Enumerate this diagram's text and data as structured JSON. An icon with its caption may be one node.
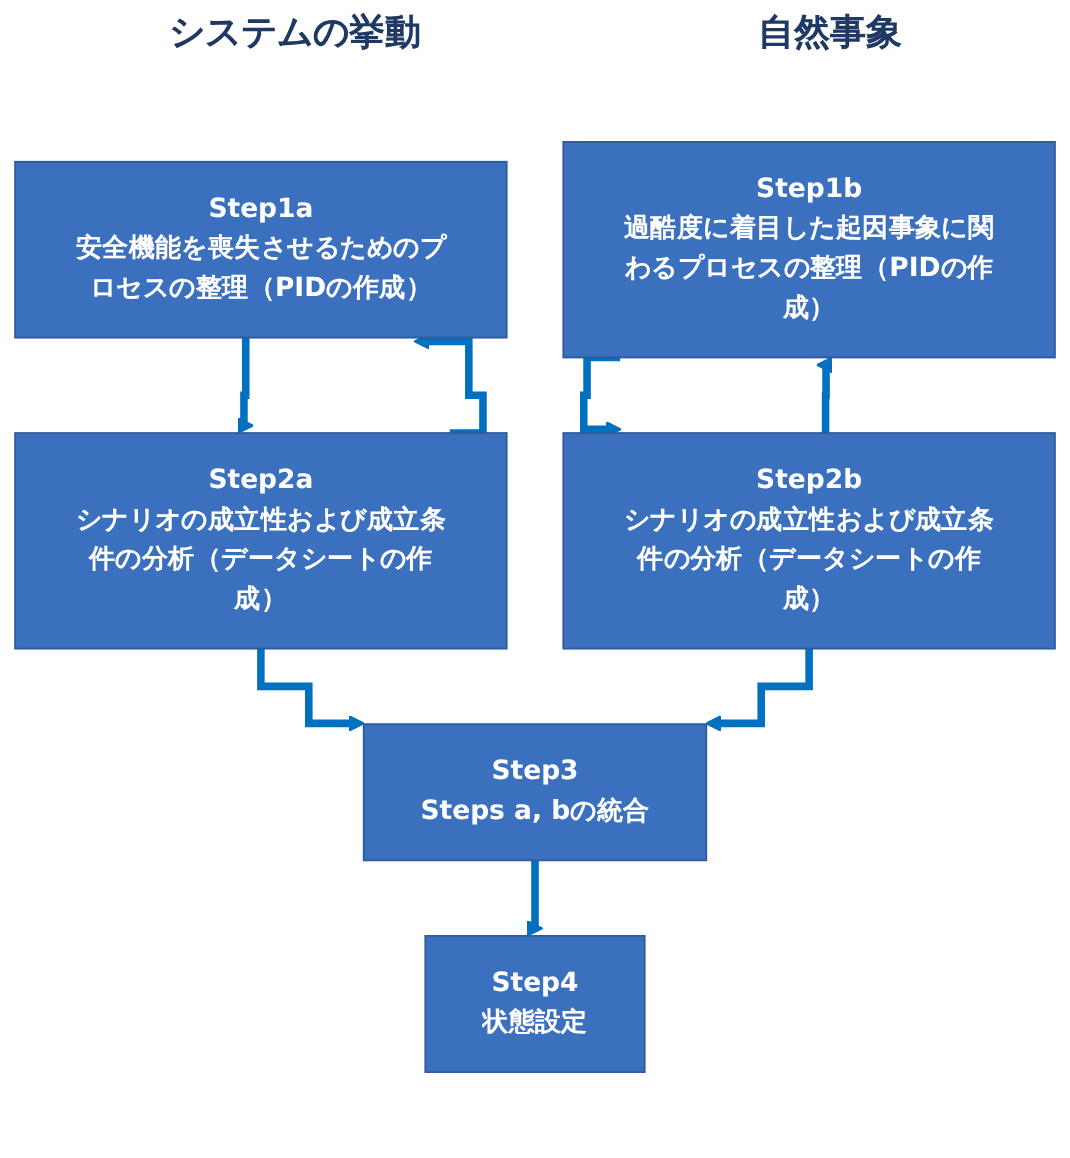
{
  "diagram": {
    "nodes": [
      {
        "text": [
          "Step1a",
          "安全機能を喪失させるためのプロセスの整理（PIDの作成）"
        ]
      },
      {
        "text": [
          "Step1b",
          "過酷度に着目した起因事象に関わるプロセスの整理（PIDの作成）"
        ]
      },
      {
        "text": [
          "Step2a",
          "シナリオの成立性および成立条件の分析（データシートの作成）"
        ]
      },
      {
        "text": [
          "Step2b",
          "シナリオの成立性および成立条件の分析（データシートの作成）"
        ]
      },
      {
        "text": [
          "Step3",
          "Steps a, bの統合"
        ]
      },
      {
        "text": [
          "Step4",
          "状態設定"
        ]
      }
    ],
    "edges": [
      {
        "from": 0,
        "to": 2,
        "arrow": "to"
      },
      {
        "from": 1,
        "to": 3,
        "arrow": "to"
      },
      {
        "from": 2,
        "to": 0,
        "arrow": "to"
      },
      {
        "from": 3,
        "to": 1,
        "arrow": "to"
      },
      {
        "from": 2,
        "to": 4,
        "arrow": "to"
      },
      {
        "from": 3,
        "to": 4,
        "arrow": "to"
      },
      {
        "from": 4,
        "to": 5,
        "arrow": "to"
      }
    ],
    "labels": [
      "システムの挙動",
      "自然事象"
    ]
  }
}
